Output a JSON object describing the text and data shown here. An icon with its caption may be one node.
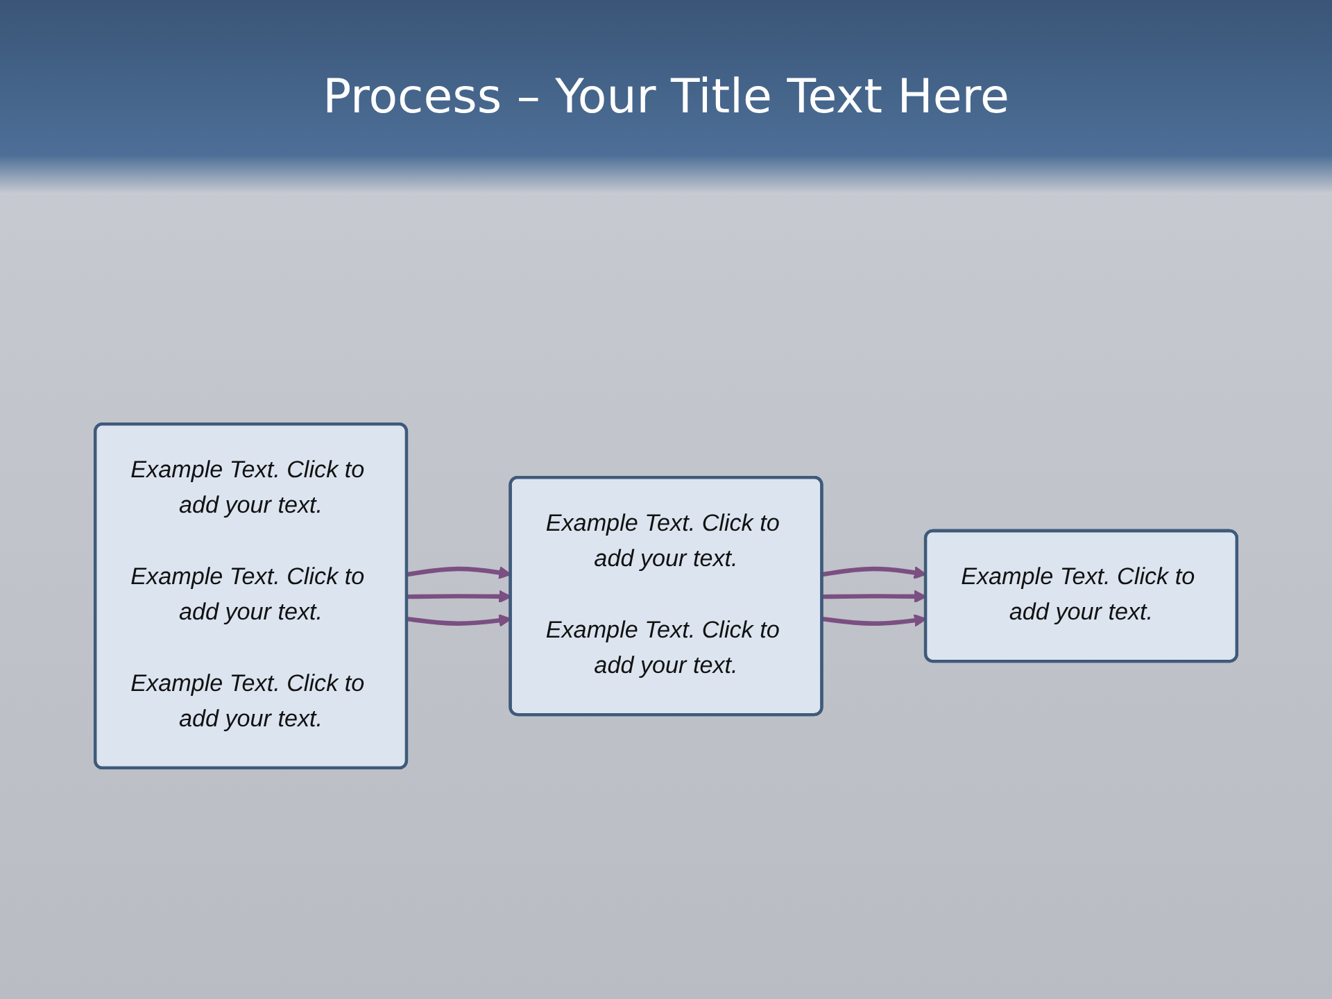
{
  "diagram": {
    "title": "Process – Your Title Text Here",
    "nodes": [
      {
        "text": [
          "Example Text. Click to add your text.",
          "Example Text. Click to add your text.",
          "Example Text. Click to add your text."
        ]
      },
      {
        "text": [
          "Example Text. Click to add your text.",
          "Example Text. Click to add your text."
        ]
      },
      {
        "text": [
          "Example Text. Click to add your text."
        ]
      }
    ],
    "edges": [
      {
        "from": 0,
        "to": 1,
        "arrow": "to"
      },
      {
        "from": 0,
        "to": 1,
        "arrow": "to"
      },
      {
        "from": 0,
        "to": 1,
        "arrow": "to"
      },
      {
        "from": 1,
        "to": 2,
        "arrow": "to"
      },
      {
        "from": 1,
        "to": 2,
        "arrow": "to"
      },
      {
        "from": 1,
        "to": 2,
        "arrow": "to"
      }
    ]
  }
}
